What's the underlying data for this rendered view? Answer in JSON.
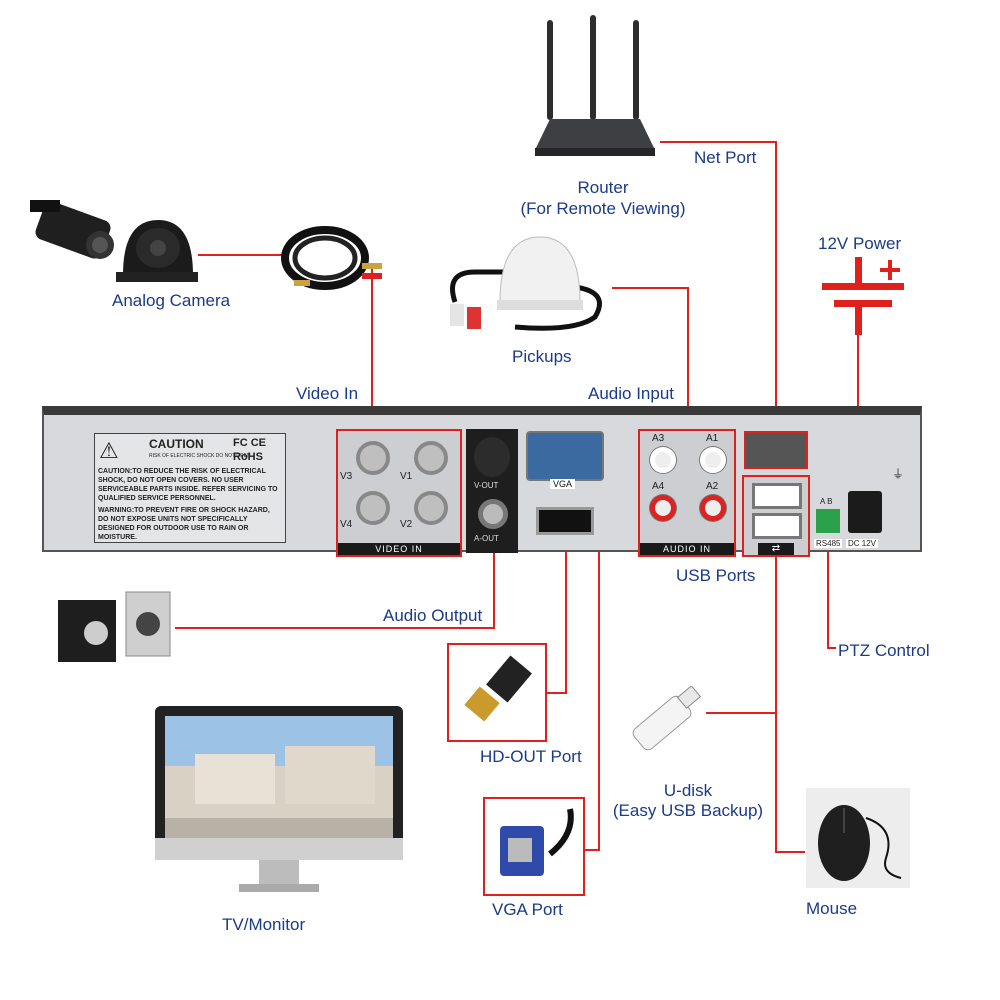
{
  "labels": {
    "net_port": "Net Port",
    "router": "Router",
    "router_sub": "(For Remote Viewing)",
    "power_12v": "12V Power",
    "analog_camera": "Analog Camera",
    "pickups": "Pickups",
    "video_in": "Video In",
    "audio_input": "Audio Input",
    "usb_ports": "USB Ports",
    "audio_output": "Audio Output",
    "ptz_control": "PTZ Control",
    "hd_out_port": "HD-OUT Port",
    "u_disk": "U-disk",
    "u_disk_sub": "(Easy USB Backup)",
    "mouse": "Mouse",
    "tv_monitor": "TV/Monitor",
    "vga_port": "VGA Port"
  },
  "panel": {
    "caution_title": "CAUTION",
    "caution_sub": "RISK OF ELECTRIC SHOCK DO NOT OPEN",
    "fc_ce": "FC CE",
    "rohs": "RoHS",
    "caution_text": "CAUTION:TO REDUCE THE RISK OF ELECTRICAL SHOCK, DO NOT OPEN COVERS. NO USER SERVICEABLE PARTS INSIDE. REFER SERVICING TO QUALIFIED SERVICE PERSONNEL.",
    "warning_text": "WARNING:TO PREVENT FIRE OR SHOCK HAZARD, DO NOT EXPOSE UNITS NOT SPECIFICALLY DESIGNED FOR OUTDOOR USE TO RAIN OR MOISTURE.",
    "v3": "V3",
    "v1": "V1",
    "v4": "V4",
    "v2": "V2",
    "video_in_strip": "VIDEO IN",
    "v_out": "V-OUT",
    "a_out": "A-OUT",
    "vga": "VGA",
    "a3": "A3",
    "a1": "A1",
    "a4": "A4",
    "a2": "A2",
    "audio_in_strip": "AUDIO IN",
    "ab": "A  B",
    "rs485": "RS485",
    "dc12v": "DC 12V"
  },
  "colors": {
    "wire": "#e0201c",
    "label": "#1a3a8a",
    "panel": "#d7d9dc"
  }
}
